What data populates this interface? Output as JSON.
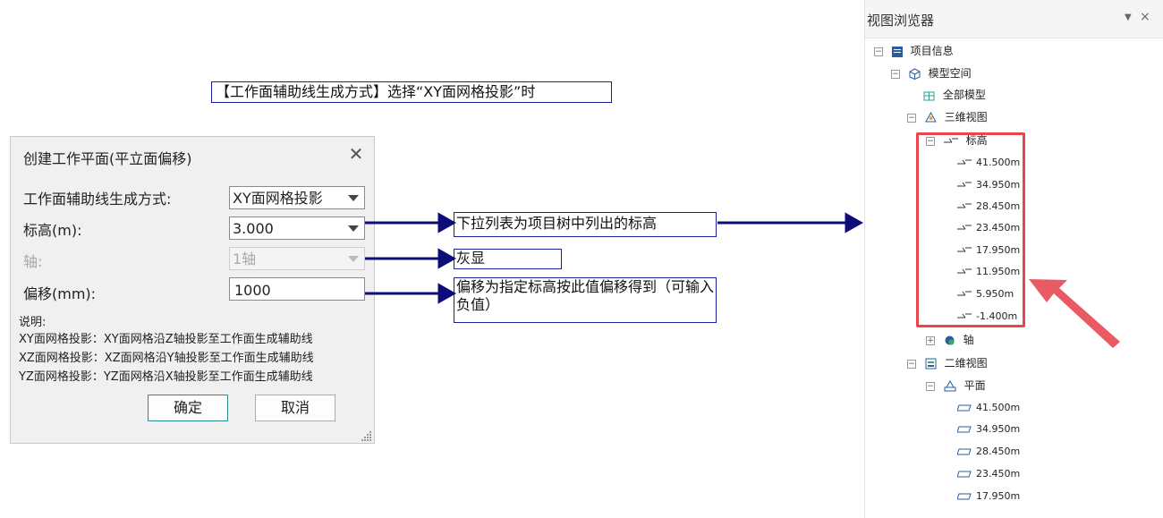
{
  "note_title": "【工作面辅助线生成方式】选择“XY面网格投影”时",
  "dialog": {
    "title": "创建工作平面(平立面偏移)",
    "rows": {
      "method_label": "工作面辅助线生成方式:",
      "method_value": "XY面网格投影",
      "level_label": "标高(m):",
      "level_value": "3.000",
      "axis_label": "轴:",
      "axis_value": "1轴",
      "offset_label": "偏移(mm):",
      "offset_value": "1000"
    },
    "desc": {
      "heading": "说明:",
      "line1": "XY面网格投影：XY面网格沿Z轴投影至工作面生成辅助线",
      "line2": "XZ面网格投影：XZ面网格沿Y轴投影至工作面生成辅助线",
      "line3": "YZ面网格投影：YZ面网格沿X轴投影至工作面生成辅助线"
    },
    "ok_label": "确定",
    "cancel_label": "取消"
  },
  "annotations": {
    "level_note": "下拉列表为项目树中列出的标高",
    "axis_note": "灰显",
    "offset_note": "偏移为指定标高按此值偏移得到（可输入负值）"
  },
  "panel": {
    "title": "视图浏览器",
    "pin_icon": "▼",
    "close_icon": "×",
    "tree": {
      "project_info": "项目信息",
      "model_space": "模型空间",
      "full_model": "全部模型",
      "view_3d": "三维视图",
      "levels": "标高",
      "level_items": [
        "41.500m",
        "34.950m",
        "28.450m",
        "23.450m",
        "17.950m",
        "11.950m",
        "5.950m",
        "-1.400m"
      ],
      "axis": "轴",
      "view_2d": "二维视图",
      "plan": "平面",
      "plan_items": [
        "41.500m",
        "34.950m",
        "28.450m",
        "23.450m",
        "17.950m"
      ]
    }
  },
  "colors": {
    "arrow": "#0d0d7a",
    "highlight": "#e8464c"
  }
}
